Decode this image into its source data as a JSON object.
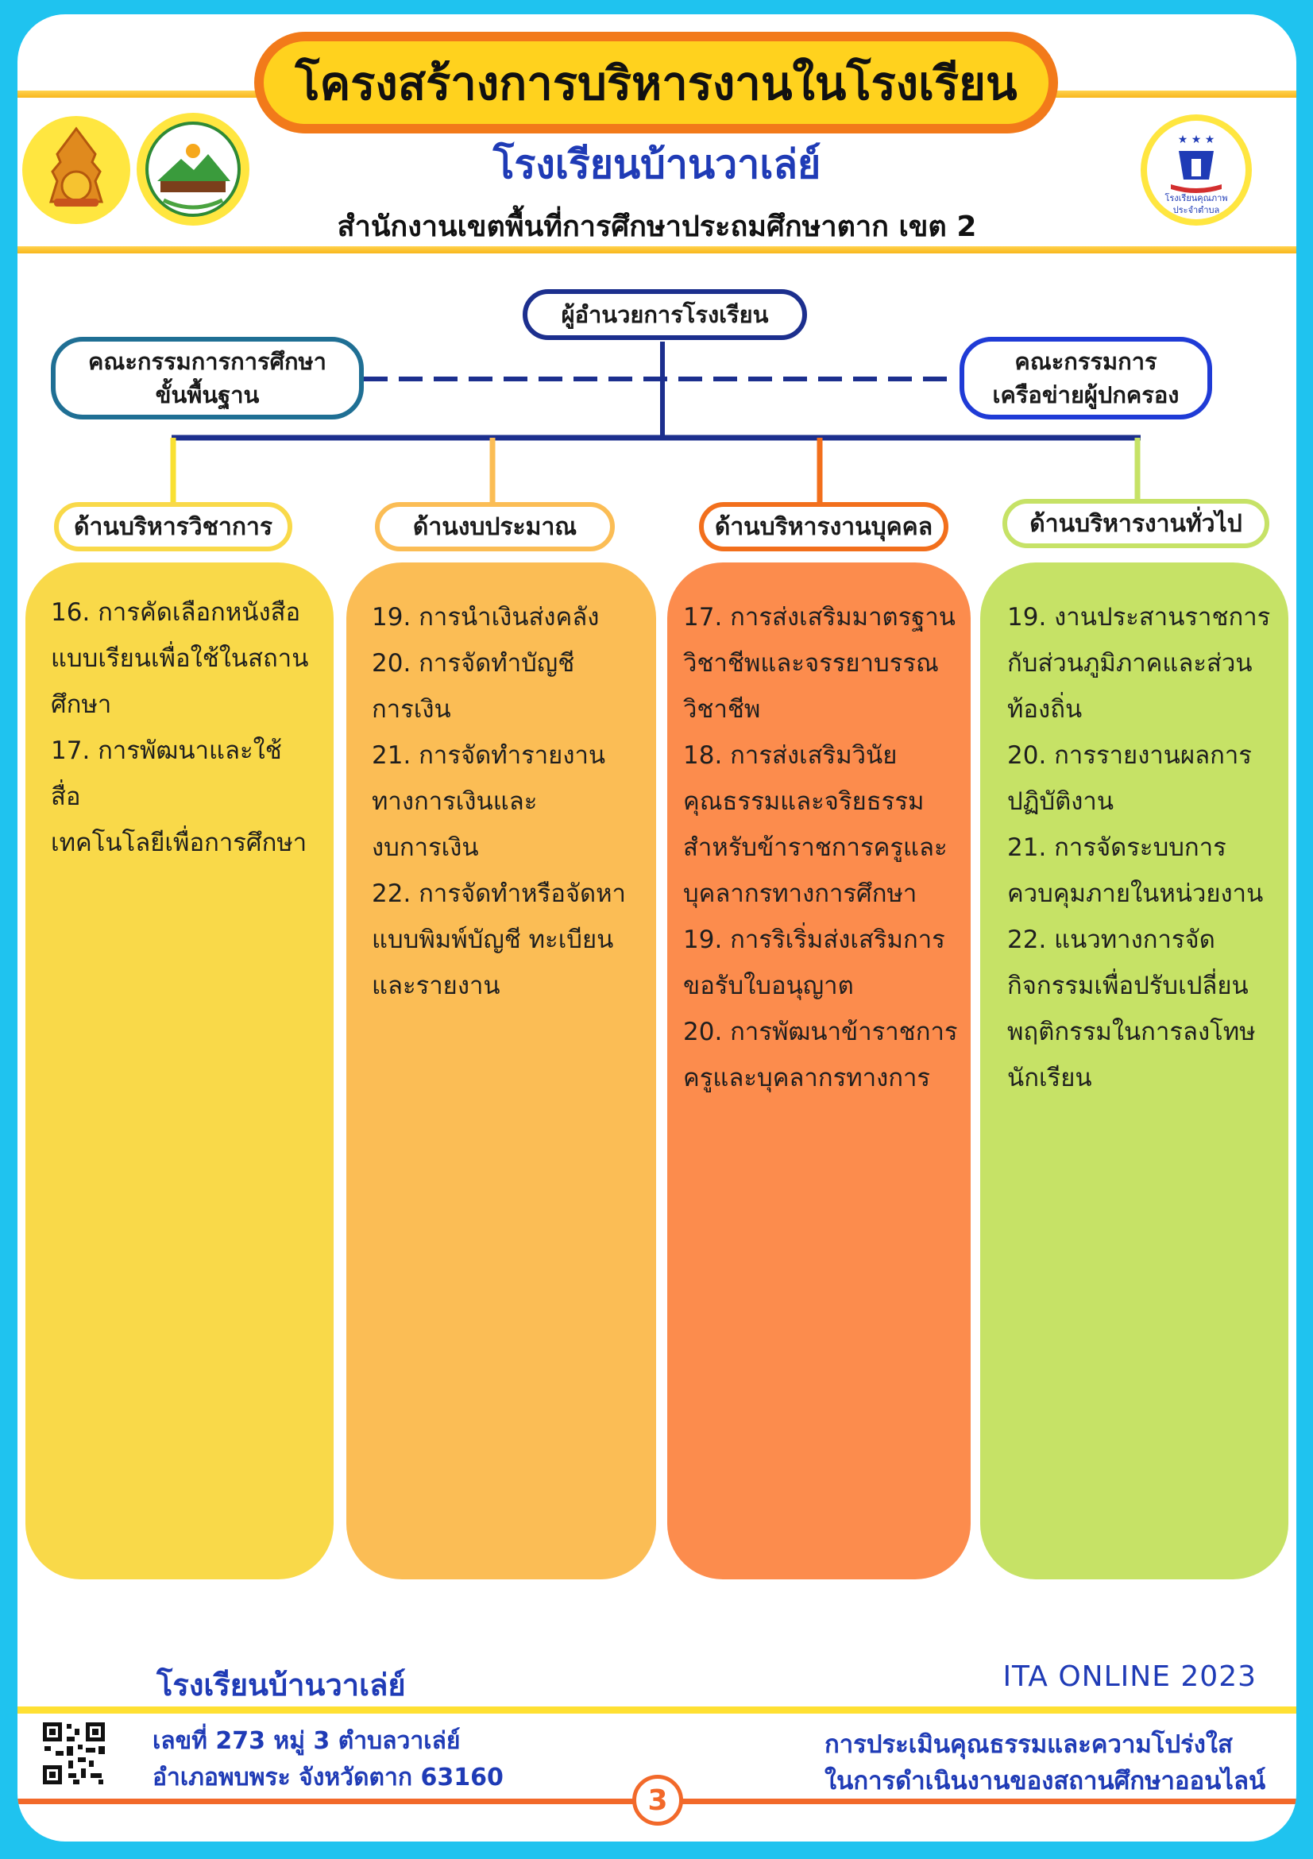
{
  "header": {
    "title": "โครงสร้างการบริหารงานในโรงเรียน",
    "school_name": "โรงเรียนบ้านวาเล่ย์",
    "office": "สำนักงานเขตพื้นที่การศึกษาประถมศึกษาตาก เขต 2",
    "logo_right_caption_1": "โรงเรียนคุณภาพ",
    "logo_right_caption_2": "ประจำตำบล"
  },
  "org": {
    "director": "ผู้อำนวยการโรงเรียน",
    "board_left_line1": "คณะกรรมการการศึกษา",
    "board_left_line2": "ขั้นพื้นฐาน",
    "board_right_line1": "คณะกรรมการ",
    "board_right_line2": "เครือข่ายผู้ปกครอง"
  },
  "departments": [
    {
      "name": "ด้านบริหารวิชาการ",
      "color": "#f9d949",
      "border": "#f9d949",
      "items": [
        "16. การคัดเลือกหนังสือ",
        "แบบเรียนเพื่อใช้ในสถาน",
        "ศึกษา",
        "17. การพัฒนาและใช้สื่อ",
        "เทคโนโลยีเพื่อการศึกษา"
      ]
    },
    {
      "name": "ด้านงบประมาณ",
      "color": "#fbbd55",
      "border": "#fbbd55",
      "items": [
        "19. การนำเงินส่งคลัง",
        "20. การจัดทำบัญชี",
        "การเงิน",
        "21. การจัดทำรายงาน",
        "ทางการเงินและ",
        "งบการเงิน",
        "22. การจัดทำหรือจัดหา",
        "แบบพิมพ์บัญชี ทะเบียน",
        "และรายงาน"
      ]
    },
    {
      "name": "ด้านบริหารงานบุคคล",
      "color": "#fc8c4d",
      "border": "#f26f1c",
      "items": [
        "17. การส่งเสริมมาตรฐาน",
        "วิชาชีพและจรรยาบรรณ",
        "วิชาชีพ",
        "18. การส่งเสริมวินัย",
        "คุณธรรมและจริยธรรม",
        "สำหรับข้าราชการครูและ",
        "บุคลากรทางการศึกษา",
        "19. การริเริ่มส่งเสริมการ",
        "ขอรับใบอนุญาต",
        "20. การพัฒนาข้าราชการ",
        "ครูและบุคลากรทางการ"
      ]
    },
    {
      "name": "ด้านบริหารงานทั่วไป",
      "color": "#c6e266",
      "border": "#c6e266",
      "items": [
        "19. งานประสานราชการ",
        "กับส่วนภูมิภาคและส่วน",
        "ท้องถิ่น",
        "20. การรายงานผลการ",
        "ปฏิบัติงาน",
        "21. การจัดระบบการ",
        "ควบคุมภายในหน่วยงาน",
        "22. แนวทางการจัด",
        "กิจกรรมเพื่อปรับเปลี่ยน",
        "พฤติกรรมในการลงโทษ",
        "นักเรียน"
      ]
    }
  ],
  "footer": {
    "school_name": "โรงเรียนบ้านวาเล่ย์",
    "ita": "ITA ONLINE 2023",
    "address_line1": "เลขที่ 273 หมู่ 3 ตำบลวาเล่ย์",
    "address_line2": "อำเภอพบพระ จังหวัดตาก 63160",
    "eval_line1": "การประเมินคุณธรรมและความโปร่งใส",
    "eval_line2": "ในการดำเนินงานของสถานศึกษาออนไลน์",
    "page_number": "3"
  }
}
